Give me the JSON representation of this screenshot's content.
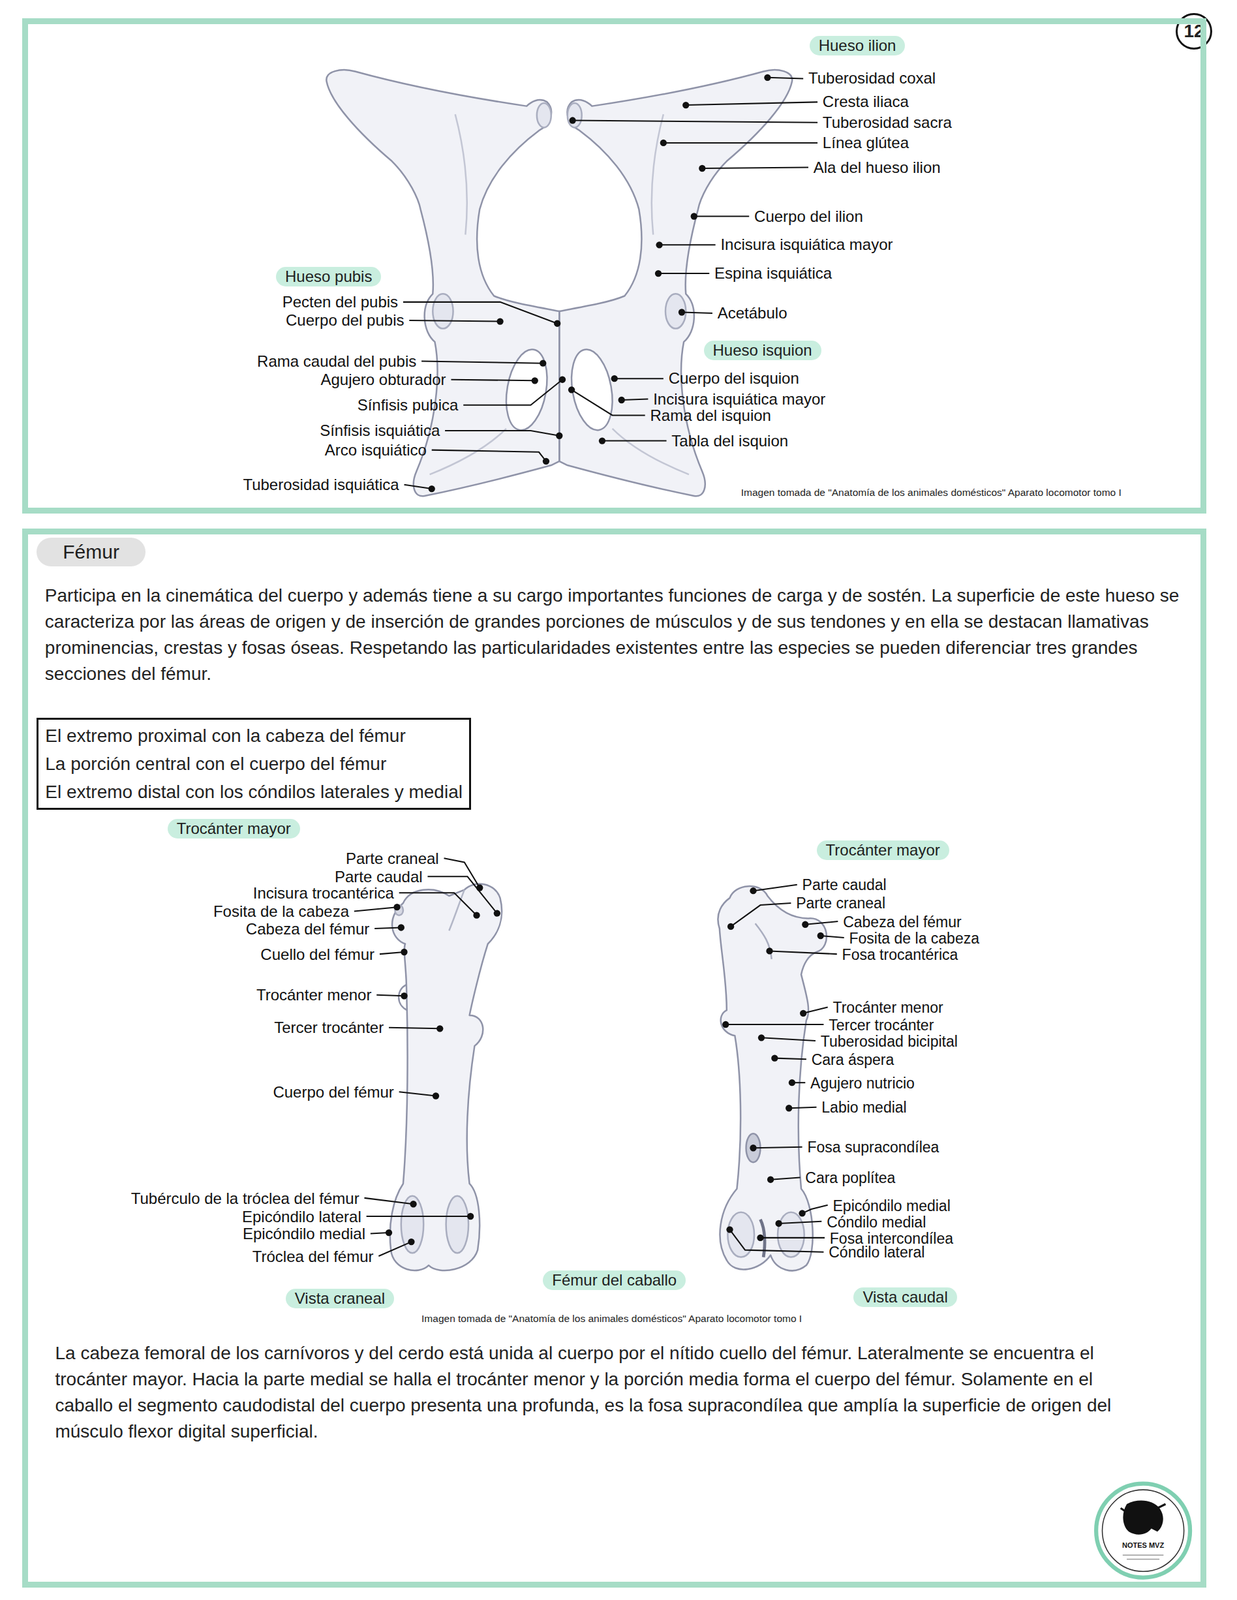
{
  "diagram": {
    "nodes": [
      {
        "text": [
          "12"
        ]
      },
      {
        "text": [
          "Imagen tomada de \"Anatomía de los animales domésticos\" Aparato locomotor tomo I"
        ]
      },
      {
        "text": [
          "Hueso ilion"
        ],
        "in": 1
      },
      {
        "text": [
          "Hueso pubis"
        ],
        "in": 1
      },
      {
        "text": [
          "Hueso isquion"
        ],
        "in": 1
      },
      {
        "text": [
          "Participa en la cinemática del cuerpo y además tiene a su cargo importantes funciones de carga y de sostén. La superficie de este hueso se caracteriza por las áreas de origen y de inserción de grandes porciones de músculos y de sus tendones y en ella se destacan llamativas prominencias, crestas y fosas óseas. Respetando las particularidades existentes entre las especies se pueden diferenciar tres grandes secciones del fémur.",
          "Imagen tomada de \"Anatomía de los animales domésticos\" Aparato locomotor tomo I",
          "La cabeza femoral de los carnívoros y del cerdo está unida al cuerpo por el nítido cuello del fémur. Lateralmente se encuentra el trocánter mayor. Hacia la parte medial se halla el trocánter menor y la porción media forma el cuerpo del fémur. Solamente en el caballo el segmento caudodistal del cuerpo presenta una profunda, es la fosa supracondílea que amplía la superficie de origen del músculo flexor digital superficial."
        ]
      },
      {
        "text": [
          "Fémur"
        ],
        "in": 5
      },
      {
        "text": [
          "El extremo proximal con la cabeza del fémur",
          "La porción central con el cuerpo del fémur",
          "El extremo distal con los cóndilos laterales y medial"
        ],
        "in": 5
      },
      {
        "text": [
          "Trocánter mayor"
        ],
        "in": 5
      },
      {
        "text": [
          "Trocánter mayor"
        ],
        "in": 5
      },
      {
        "text": [
          "Fémur del caballo"
        ],
        "in": 5
      },
      {
        "text": [
          "Vista craneal"
        ],
        "in": 5
      },
      {
        "text": [
          "Vista caudal"
        ],
        "in": 5
      }
    ],
    "labels": [
      "Tuberosidad coxal",
      "Cresta iliaca",
      "Tuberosidad sacra",
      "Línea glútea",
      "Ala del hueso ilion",
      "Cuerpo del ilion",
      "Incisura isquiática mayor",
      "Espina isquiática",
      "Acetábulo",
      "Pecten del pubis",
      "Cuerpo del pubis",
      "Rama caudal del pubis",
      "Agujero obturador",
      "Sínfisis pubica",
      "Sínfisis isquiática",
      "Arco isquiático",
      "Tuberosidad isquiática",
      "Cuerpo del isquion",
      "Incisura isquiática mayor",
      "Rama del isquion",
      "Tabla del isquion",
      "Parte craneal",
      "Parte caudal",
      "Incisura trocantérica",
      "Fosita de la cabeza",
      "Cabeza del fémur",
      "Cuello del fémur",
      "Trocánter menor",
      "Tercer trocánter",
      "Cuerpo del fémur",
      "Tubérculo de la tróclea del fémur",
      "Epicóndilo lateral",
      "Epicóndilo medial",
      "Tróclea del fémur",
      "Parte caudal",
      "Parte craneal",
      "Cabeza del fémur",
      "Fosita de la cabeza",
      "Fosa trocantérica",
      "Trocánter menor",
      "Tercer trocánter",
      "Tuberosidad bicipital",
      "Cara áspera",
      "Agujero nutricio",
      "Labio medial",
      "Fosa supracondílea",
      "Cara poplítea",
      "Epicóndilo medial",
      "Cóndilo medial",
      "Fosa intercondílea",
      "Cóndilo lateral",
      "NOTES MVZ"
    ]
  }
}
